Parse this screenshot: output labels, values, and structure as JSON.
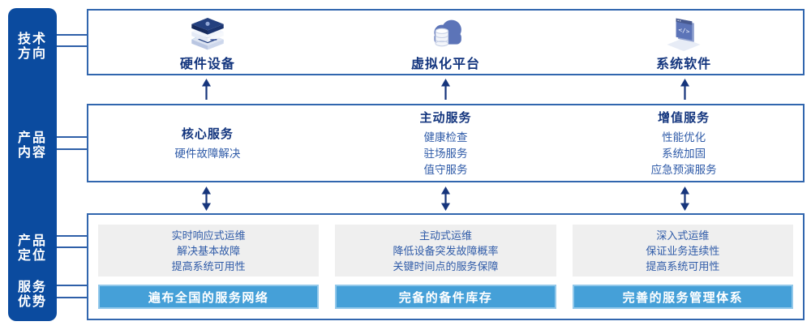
{
  "sidebar": {
    "items": [
      {
        "line1": "技术",
        "line2": "方向"
      },
      {
        "line1": "产品",
        "line2": "内容"
      },
      {
        "line1": "产品",
        "line2": "定位"
      },
      {
        "line1": "服务",
        "line2": "优势"
      }
    ]
  },
  "tech_direction": {
    "items": [
      {
        "icon": "server-stack-icon",
        "label": "硬件设备"
      },
      {
        "icon": "cloud-database-icon",
        "label": "虚拟化平台"
      },
      {
        "icon": "code-window-icon",
        "label": "系统软件"
      }
    ]
  },
  "product_content": {
    "columns": [
      {
        "title": "核心服务",
        "items": [
          "硬件故障解决"
        ]
      },
      {
        "title": "主动服务",
        "items": [
          "健康检查",
          "驻场服务",
          "值守服务"
        ]
      },
      {
        "title": "增值服务",
        "items": [
          "性能优化",
          "系统加固",
          "应急预演服务"
        ]
      }
    ]
  },
  "product_positioning": {
    "columns": [
      {
        "lines": [
          "实时响应式运维",
          "解决基本故障",
          "提高系统可用性"
        ]
      },
      {
        "lines": [
          "主动式运维",
          "降低设备突发故障概率",
          "关键时间点的服务保障"
        ]
      },
      {
        "lines": [
          "深入式运维",
          "保证业务连续性",
          "提高系统可用性"
        ]
      }
    ]
  },
  "service_advantages": {
    "bars": [
      "遍布全国的服务网络",
      "完备的备件库存",
      "完善的服务管理体系"
    ]
  },
  "colors": {
    "sidebar_bg": "#0b4b9f",
    "box_border": "#3166ae",
    "title_text": "#13357e",
    "body_text": "#2f5ba8",
    "panel_bg": "#efefef",
    "advantage_bar_bg": "#45a0d8",
    "advantage_bar_border": "#92c8ea",
    "arrow": "#16357c",
    "icon_blue": "#5c74b8",
    "icon_accent": "#7ec3ea"
  }
}
